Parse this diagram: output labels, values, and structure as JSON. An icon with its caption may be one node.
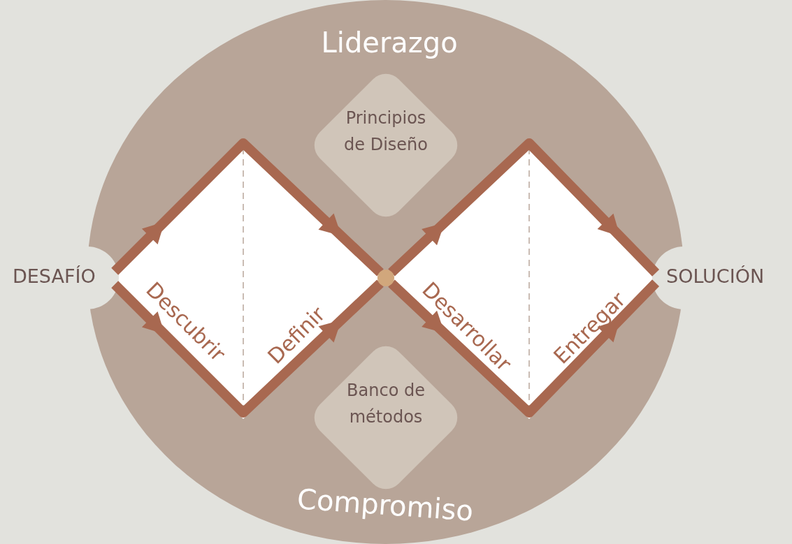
{
  "diagram": {
    "nodes": [
      {
        "text": [
          "Liderazgo",
          "Compromiso"
        ]
      },
      {
        "text": [
          "DESAFÍO"
        ]
      },
      {
        "text": [
          "SOLUCIÓN"
        ]
      },
      {
        "text": [
          "Principios de Diseño"
        ],
        "in": 0
      },
      {
        "text": [
          "Banco de métodos"
        ],
        "in": 0
      },
      {
        "text": [],
        "shape": "circle",
        "in": 0
      }
    ],
    "edges": [
      {
        "from": 1,
        "to": 5,
        "arrow": "to"
      },
      {
        "from": 1,
        "to": 5,
        "arrow": "to"
      },
      {
        "from": 5,
        "to": 2,
        "arrow": "to"
      },
      {
        "from": 5,
        "to": 2,
        "arrow": "to"
      }
    ],
    "labels": [
      "Descubrir",
      "Definir",
      "Desarrollar",
      "Entregar"
    ]
  }
}
